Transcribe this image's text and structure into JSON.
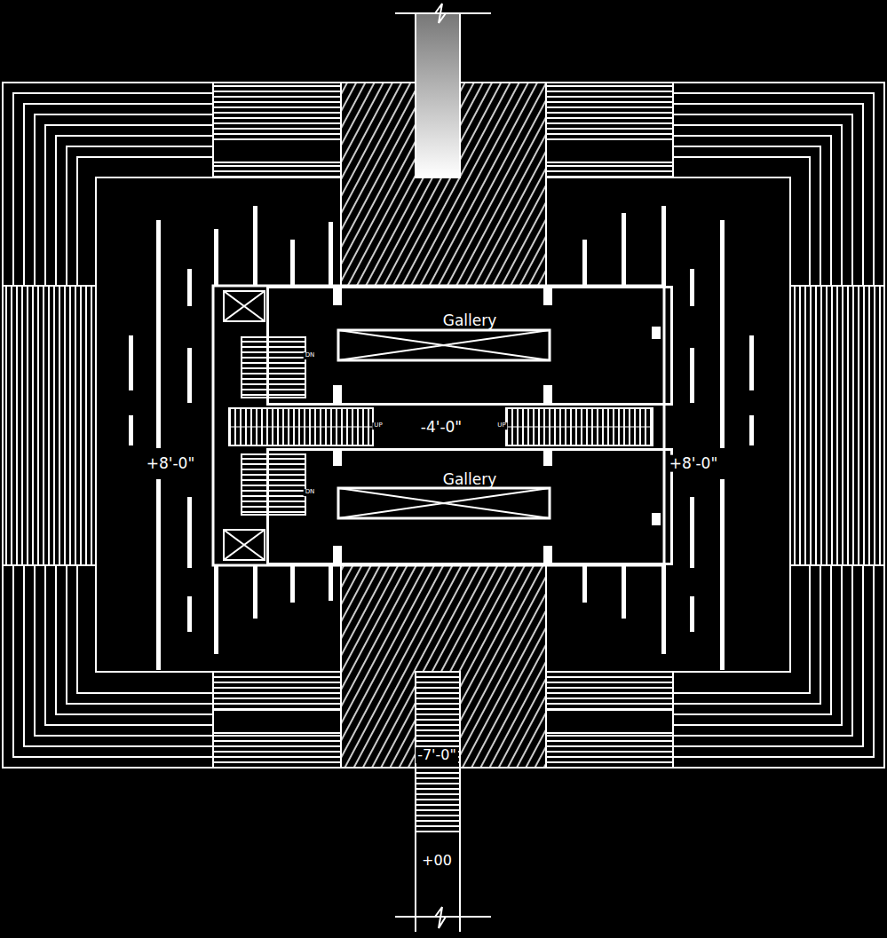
{
  "diagram": {
    "nodes": [
      {
        "text": [
          "Gallery"
        ]
      },
      {
        "text": [
          "Gallery"
        ]
      }
    ],
    "labels": [
      "DN",
      "UP",
      "-4'-0\"",
      "UP",
      "+8'-0\"",
      "+8'-0\"",
      "DN",
      "-7'-0\"",
      "+00"
    ]
  }
}
